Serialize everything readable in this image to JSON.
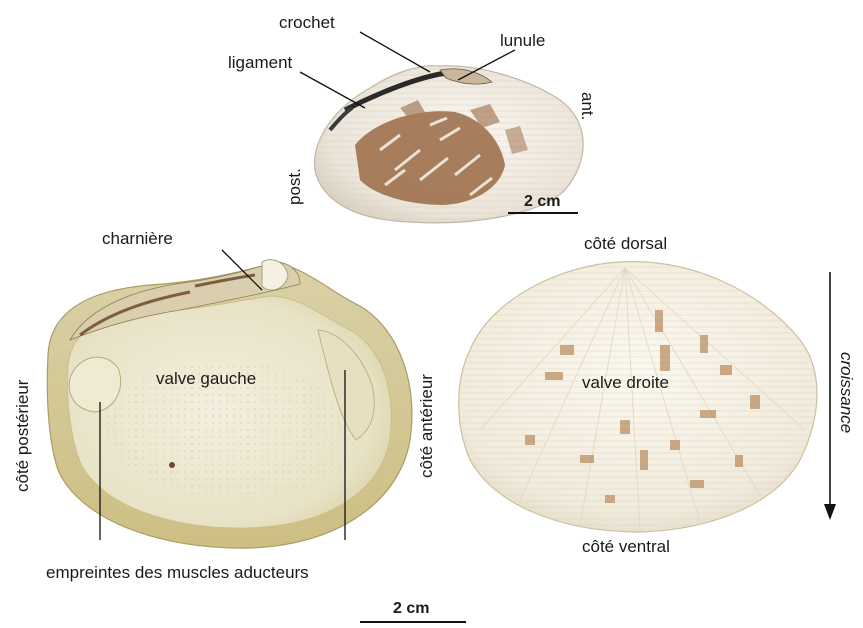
{
  "shell_top": {
    "labels": {
      "crochet": "crochet",
      "lunule": "lunule",
      "ligament": "ligament",
      "anterior": "ant.",
      "posterior": "post."
    },
    "scale": "2 cm"
  },
  "left_valve": {
    "name": "valve gauche",
    "hinge": "charnière",
    "posterior_side": "côté postérieur",
    "anterior_side": "côté antérieur",
    "muscles": "empreintes des muscles aducteurs"
  },
  "right_valve": {
    "name": "valve droite",
    "dorsal": "côté dorsal",
    "ventral": "côté ventral",
    "growth": "croissance"
  },
  "bottom_scale": "2 cm",
  "colors": {
    "shell_white": "#f4efe6",
    "shell_brown": "#9a6a45",
    "valve_inner": "#ece7cf",
    "valve_edge": "#c9c08a",
    "ligament_dark": "#2a2a2a",
    "text": "#1a1a1a"
  }
}
